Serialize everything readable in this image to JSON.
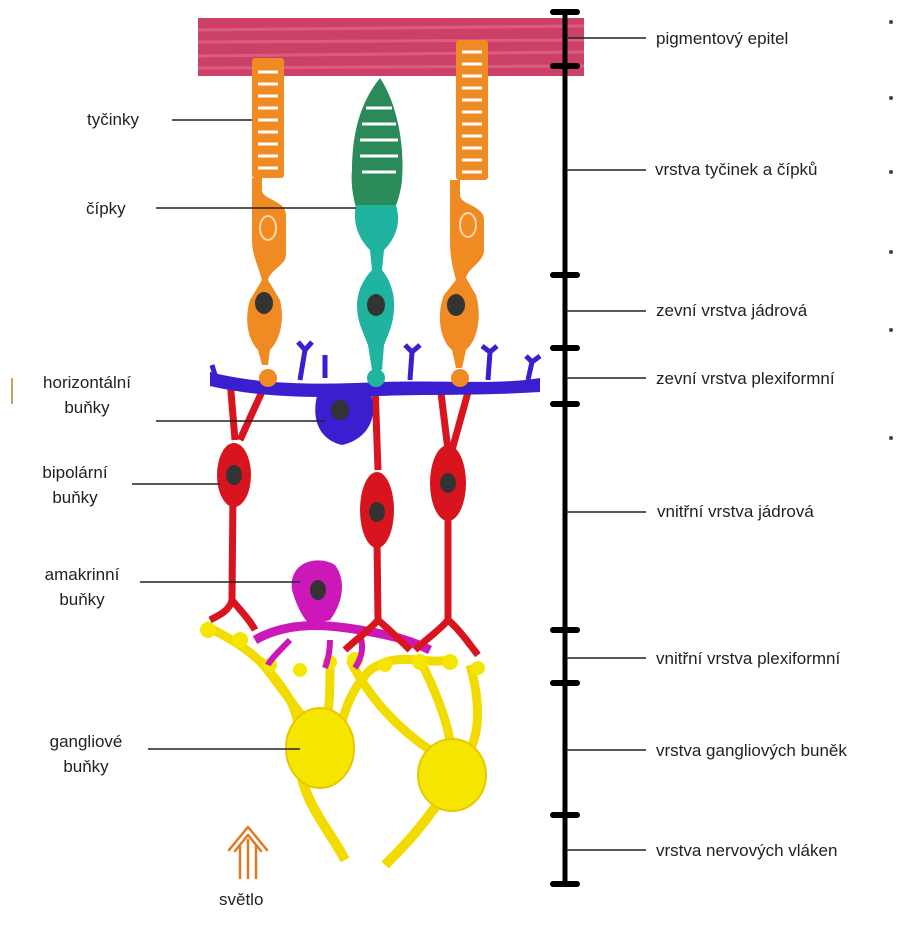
{
  "left_labels": {
    "rods": "tyčinky",
    "cones": "čípky",
    "horizontal_1": "horizontální",
    "horizontal_2": "buňky",
    "bipolar_1": "bipolární",
    "bipolar_2": "buňky",
    "amacrine_1": "amakrinní",
    "amacrine_2": "buňky",
    "ganglion_1": "gangliové",
    "ganglion_2": "buňky"
  },
  "light_label": "světlo",
  "layers": [
    "pigmentový epitel",
    "vrstva tyčinek a čípků",
    "zevní vrstva jádrová",
    "zevní vrstva plexiformní",
    "vnitřní vrstva jádrová",
    "vnitřní vrstva plexiformní",
    "vrstva gangliových buněk",
    "vrstva nervových vláken"
  ],
  "colors": {
    "pigment": "#c8305a",
    "rod": "#f08a22",
    "cone": "#1f9e86",
    "cone_top": "#2a8a5a",
    "horizontal": "#3a1fd0",
    "bipolar": "#d8141e",
    "amacrine": "#cc18b8",
    "ganglion": "#f5e600",
    "light_arrow": "#e07a20"
  }
}
